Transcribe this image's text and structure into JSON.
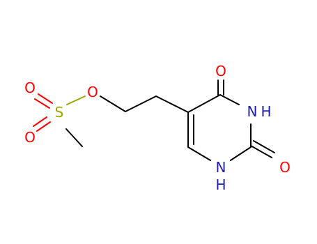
{
  "molecule": {
    "colors": {
      "carbon": "#000000",
      "oxygen": "#ff0000",
      "nitrogen": "#1f1fb4",
      "sulfur": "#a3a300"
    },
    "atoms": {
      "o_carbonyl_top": "O",
      "n3": "N",
      "n3_h": "H",
      "o_carbonyl_right": "O",
      "n1": "N",
      "n1_h": "H",
      "o_ester": "O",
      "sulfur": "S",
      "o_sulfonyl_top": "O",
      "o_sulfonyl_bottom": "O"
    }
  }
}
